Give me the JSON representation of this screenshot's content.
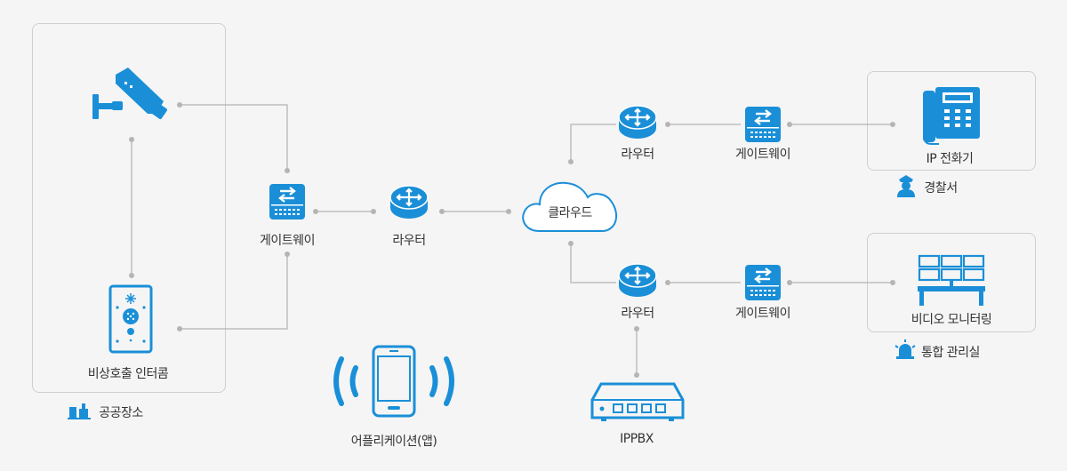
{
  "labels": {
    "gateway_left": "게이트웨이",
    "router_center": "라우터",
    "cloud": "클라우드",
    "router_top": "라우터",
    "gateway_top": "게이트웨이",
    "ip_phone": "IP 전화기",
    "police": "경찰서",
    "router_bottom": "라우터",
    "gateway_bottom": "게이트웨이",
    "video_monitoring": "비디오 모니터링",
    "control_room": "통합 관리실",
    "intercom": "비상호출 인터콤",
    "public_place": "공공장소",
    "app": "어플리케이션(앱)",
    "ippbx": "IPPBX"
  },
  "colors": {
    "accent": "#1a8fd8",
    "line": "#b5b5b5",
    "panel_border": "#cfcfcf",
    "background": "#f5f5f5"
  },
  "icons": [
    "cctv-camera-icon",
    "intercom-icon",
    "gateway-icon",
    "router-icon",
    "cloud-icon",
    "ip-phone-icon",
    "video-wall-icon",
    "smartphone-icon",
    "ippbx-icon",
    "police-icon",
    "siren-icon",
    "public-place-icon"
  ]
}
